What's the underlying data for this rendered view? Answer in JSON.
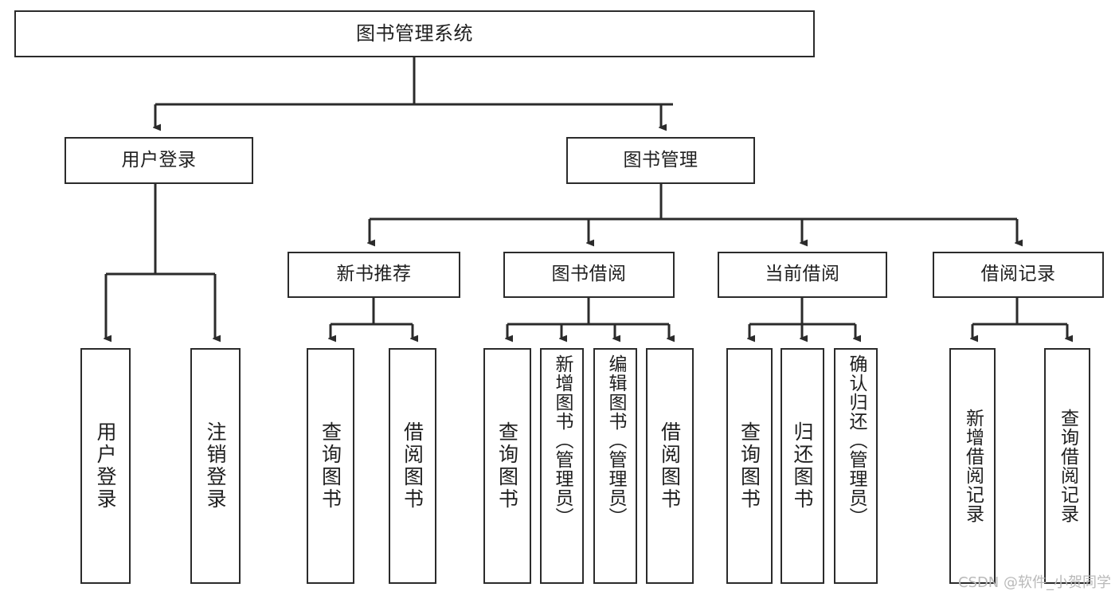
{
  "diagram": {
    "type": "tree-hierarchy",
    "title": "图书管理系统",
    "watermark": "CSDN @软件_小贺同学",
    "colors": {
      "box_border": "#2b2b2b",
      "box_fill": "#ffffff",
      "edge": "#2b2b2b",
      "text": "#1f1f1f",
      "watermark": "#b9b9b9",
      "background": "#ffffff"
    },
    "nodes": {
      "root": {
        "label": "图书管理系统"
      },
      "level2": [
        {
          "label": "用户登录"
        },
        {
          "label": "图书管理"
        }
      ],
      "level3": [
        {
          "label": "新书推荐"
        },
        {
          "label": "图书借阅"
        },
        {
          "label": "当前借阅"
        },
        {
          "label": "借阅记录"
        }
      ],
      "leaves": [
        {
          "label": "用户登录",
          "parent": "用户登录"
        },
        {
          "label": "注销登录",
          "parent": "用户登录"
        },
        {
          "label": "查询图书",
          "parent": "新书推荐"
        },
        {
          "label": "借阅图书",
          "parent": "新书推荐"
        },
        {
          "label": "查询图书",
          "parent": "图书借阅"
        },
        {
          "label": "新增图书（管理员）",
          "parent": "图书借阅"
        },
        {
          "label": "编辑图书（管理员）",
          "parent": "图书借阅"
        },
        {
          "label": "借阅图书",
          "parent": "图书借阅"
        },
        {
          "label": "查询图书",
          "parent": "当前借阅"
        },
        {
          "label": "归还图书",
          "parent": "当前借阅"
        },
        {
          "label": "确认归还（管理员）",
          "parent": "当前借阅"
        },
        {
          "label": "新增借阅记录",
          "parent": "借阅记录"
        },
        {
          "label": "查询借阅记录",
          "parent": "借阅记录"
        }
      ]
    }
  }
}
